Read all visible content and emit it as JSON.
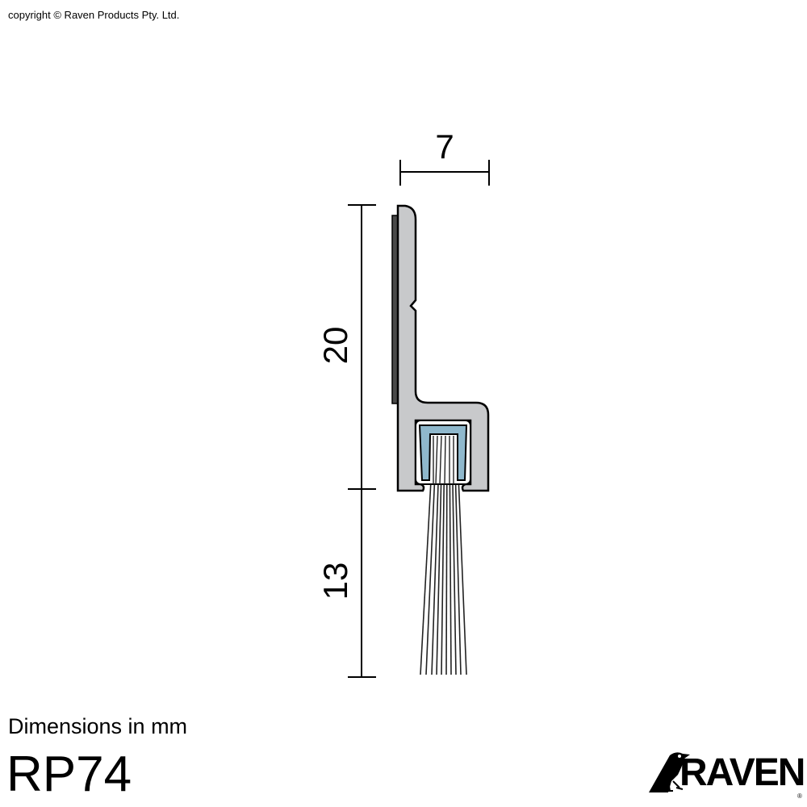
{
  "copyright": "copyright © Raven Products Pty. Ltd.",
  "dimensions_note": "Dimensions in mm",
  "model": "RP74",
  "dimensions": {
    "width": "7",
    "profile_height": "20",
    "brush_length": "13"
  },
  "logo": {
    "text": "RAVEN",
    "registered": "®"
  },
  "colors": {
    "aluminium": "#c8c9cb",
    "gasket": "#4a4a4a",
    "insert": "#8fb8cc"
  }
}
